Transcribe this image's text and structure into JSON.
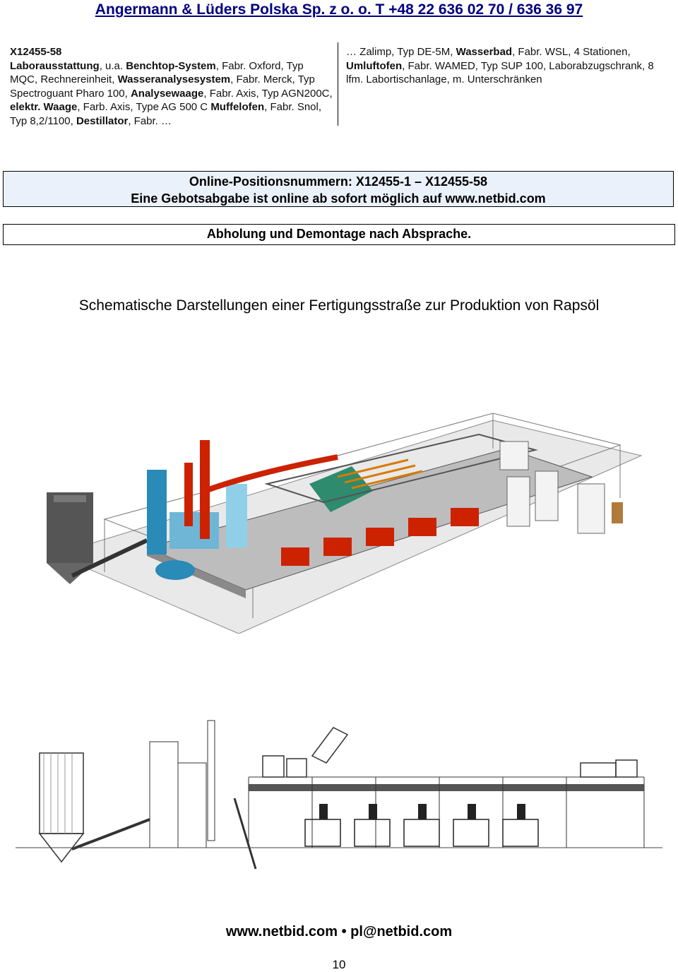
{
  "header": {
    "title": "Angermann & Lüders Polska Sp. z o. o. T +48 22 636 02 70 / 636 36 97"
  },
  "lot": {
    "id": "X12455-58",
    "left": [
      {
        "t": "Laborausstattung",
        "b": true
      },
      {
        "t": ", u.a. ",
        "b": false
      },
      {
        "t": "Benchtop-System",
        "b": true
      },
      {
        "t": ", Fabr. Oxford, Typ MQC, Rechnereinheit, ",
        "b": false
      },
      {
        "t": "Wasseranalysesystem",
        "b": true
      },
      {
        "t": ", Fabr. Merck, Typ Spectroguant Pharo 100, ",
        "b": false
      },
      {
        "t": "Analysewaage",
        "b": true
      },
      {
        "t": ", Fabr. Axis, Typ AGN200C, ",
        "b": false
      },
      {
        "t": "elektr. Waage",
        "b": true
      },
      {
        "t": ", Farb. Axis, Type AG 500 C ",
        "b": false
      },
      {
        "t": "Muffelofen",
        "b": true
      },
      {
        "t": ", Fabr. Snol, Typ 8,2/1100, ",
        "b": false
      },
      {
        "t": "Destillator",
        "b": true
      },
      {
        "t": ", Fabr. …",
        "b": false
      }
    ],
    "right": [
      {
        "t": "… Zalimp, Typ DE-5M, ",
        "b": false
      },
      {
        "t": "Wasserbad",
        "b": true
      },
      {
        "t": ", Fabr. WSL, 4 Stationen, ",
        "b": false
      },
      {
        "t": "Umluftofen",
        "b": true
      },
      {
        "t": ", Fabr. WAMED, Typ SUP 100, Laborabzugschrank, 8 lfm. Labortischanlage, m. Unterschränken",
        "b": false
      }
    ]
  },
  "online_box": {
    "line1": "Online-Positionsnummern: X12455-1 – X12455-58",
    "line2": "Eine Gebotsabgabe ist online ab sofort möglich auf www.netbid.com"
  },
  "pickup_box": {
    "text": "Abholung und Demontage nach Absprache."
  },
  "section": {
    "title": "Schematische Darstellungen einer Fertigungsstraße zur Produktion von Rapsöl"
  },
  "footer": {
    "website": "www.netbid.com",
    "separator": "•",
    "email": "pl@netbid.com"
  },
  "page": {
    "number": "10"
  },
  "colors": {
    "header_blue": "#000080",
    "box_fill": "#eaf1fa",
    "pipe_red": "#cc2200",
    "tank_blue": "#2a8ab8",
    "frame_green": "#2e8b6e"
  }
}
